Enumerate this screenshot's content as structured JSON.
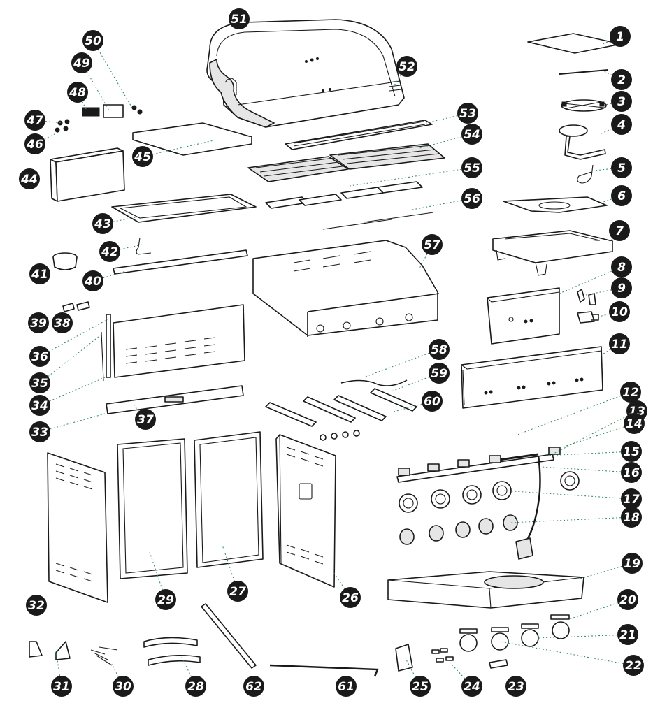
{
  "diagram": {
    "parts": [
      {
        "n": "1"
      },
      {
        "n": "2"
      },
      {
        "n": "3"
      },
      {
        "n": "4"
      },
      {
        "n": "5"
      },
      {
        "n": "6"
      },
      {
        "n": "7"
      },
      {
        "n": "8"
      },
      {
        "n": "9"
      },
      {
        "n": "10"
      },
      {
        "n": "11"
      },
      {
        "n": "12"
      },
      {
        "n": "13"
      },
      {
        "n": "14"
      },
      {
        "n": "15"
      },
      {
        "n": "16"
      },
      {
        "n": "17"
      },
      {
        "n": "18"
      },
      {
        "n": "19"
      },
      {
        "n": "20"
      },
      {
        "n": "21"
      },
      {
        "n": "22"
      },
      {
        "n": "23"
      },
      {
        "n": "24"
      },
      {
        "n": "25"
      },
      {
        "n": "26"
      },
      {
        "n": "27"
      },
      {
        "n": "28"
      },
      {
        "n": "29"
      },
      {
        "n": "30"
      },
      {
        "n": "31"
      },
      {
        "n": "32"
      },
      {
        "n": "33"
      },
      {
        "n": "34"
      },
      {
        "n": "35"
      },
      {
        "n": "36"
      },
      {
        "n": "37"
      },
      {
        "n": "38"
      },
      {
        "n": "39"
      },
      {
        "n": "40"
      },
      {
        "n": "41"
      },
      {
        "n": "42"
      },
      {
        "n": "43"
      },
      {
        "n": "44"
      },
      {
        "n": "45"
      },
      {
        "n": "46"
      },
      {
        "n": "47"
      },
      {
        "n": "48"
      },
      {
        "n": "49"
      },
      {
        "n": "50"
      },
      {
        "n": "51"
      },
      {
        "n": "52"
      },
      {
        "n": "53"
      },
      {
        "n": "54"
      },
      {
        "n": "55"
      },
      {
        "n": "56"
      },
      {
        "n": "57"
      },
      {
        "n": "58"
      },
      {
        "n": "59"
      },
      {
        "n": "60"
      },
      {
        "n": "61"
      },
      {
        "n": "62"
      }
    ],
    "colors": {
      "badge_fill": "#1a1a1a",
      "badge_text": "#ffffff",
      "line_art": "#1a1a1a",
      "leader_line": "#2e8b57",
      "background": "#ffffff"
    }
  }
}
